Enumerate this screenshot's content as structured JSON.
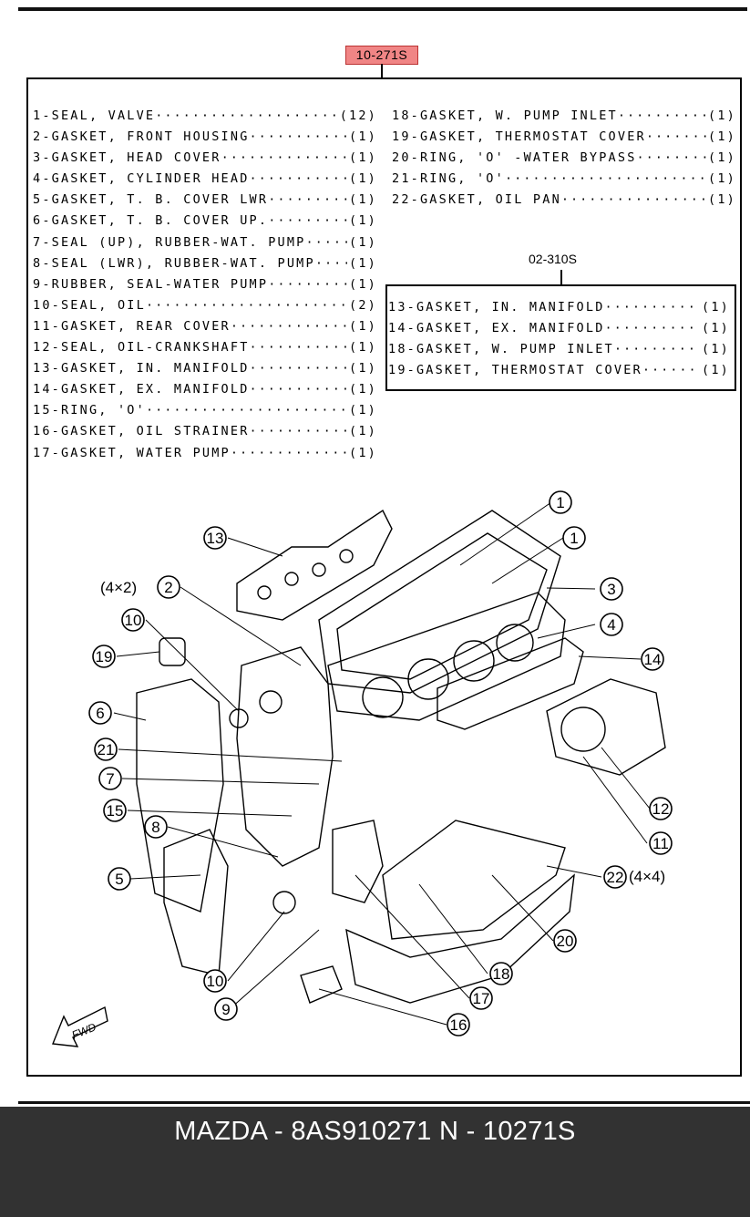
{
  "header": {
    "ref_code": "10-271S"
  },
  "parts_left": [
    {
      "label": "1-SEAL, VALVE",
      "qty": "(12)"
    },
    {
      "label": "2-GASKET, FRONT HOUSING",
      "qty": "(1)"
    },
    {
      "label": "3-GASKET, HEAD COVER",
      "qty": "(1)"
    },
    {
      "label": "4-GASKET, CYLINDER HEAD",
      "qty": "(1)"
    },
    {
      "label": "5-GASKET, T. B. COVER LWR",
      "qty": "(1)"
    },
    {
      "label": "6-GASKET, T. B. COVER UP.",
      "qty": "(1)"
    },
    {
      "label": "7-SEAL (UP), RUBBER-WAT. PUMP",
      "qty": "(1)"
    },
    {
      "label": "8-SEAL (LWR), RUBBER-WAT. PUMP",
      "qty": "(1)"
    },
    {
      "label": "9-RUBBER, SEAL-WATER PUMP",
      "qty": "(1)"
    },
    {
      "label": "10-SEAL, OIL",
      "qty": "(2)"
    },
    {
      "label": "11-GASKET, REAR COVER",
      "qty": "(1)"
    },
    {
      "label": "12-SEAL, OIL-CRANKSHAFT",
      "qty": "(1)"
    },
    {
      "label": "13-GASKET, IN. MANIFOLD",
      "qty": "(1)"
    },
    {
      "label": "14-GASKET, EX. MANIFOLD",
      "qty": "(1)"
    },
    {
      "label": "15-RING, 'O'",
      "qty": "(1)"
    },
    {
      "label": "16-GASKET, OIL STRAINER",
      "qty": "(1)"
    },
    {
      "label": "17-GASKET, WATER PUMP",
      "qty": "(1)"
    }
  ],
  "parts_right": [
    {
      "label": "18-GASKET, W. PUMP INLET",
      "qty": "(1)"
    },
    {
      "label": "19-GASKET, THERMOSTAT COVER",
      "qty": "(1)"
    },
    {
      "label": "20-RING, 'O' -WATER BYPASS",
      "qty": "(1)"
    },
    {
      "label": "21-RING, 'O'",
      "qty": "(1)"
    },
    {
      "label": "22-GASKET, OIL PAN",
      "qty": "(1)"
    }
  ],
  "subset": {
    "ref_code": "02-310S",
    "items": [
      {
        "label": "13-GASKET, IN. MANIFOLD",
        "qty": "(1)"
      },
      {
        "label": "14-GASKET, EX. MANIFOLD",
        "qty": "(1)"
      },
      {
        "label": "18-GASKET, W. PUMP INLET",
        "qty": "(1)"
      },
      {
        "label": "19-GASKET, THERMOSTAT COVER",
        "qty": "(1)"
      }
    ]
  },
  "diagram": {
    "callouts": [
      "1",
      "1",
      "3",
      "4",
      "14",
      "13",
      "2",
      "10",
      "19",
      "6",
      "21",
      "7",
      "15",
      "8",
      "5",
      "10",
      "9",
      "16",
      "17",
      "18",
      "20",
      "22",
      "12",
      "11"
    ],
    "multipliers": {
      "part2": "(4×2)",
      "part22": "(4×4)"
    },
    "direction_label": "FWD"
  },
  "footer": {
    "caption": "MAZDA - 8AS910271    N - 10271S"
  }
}
